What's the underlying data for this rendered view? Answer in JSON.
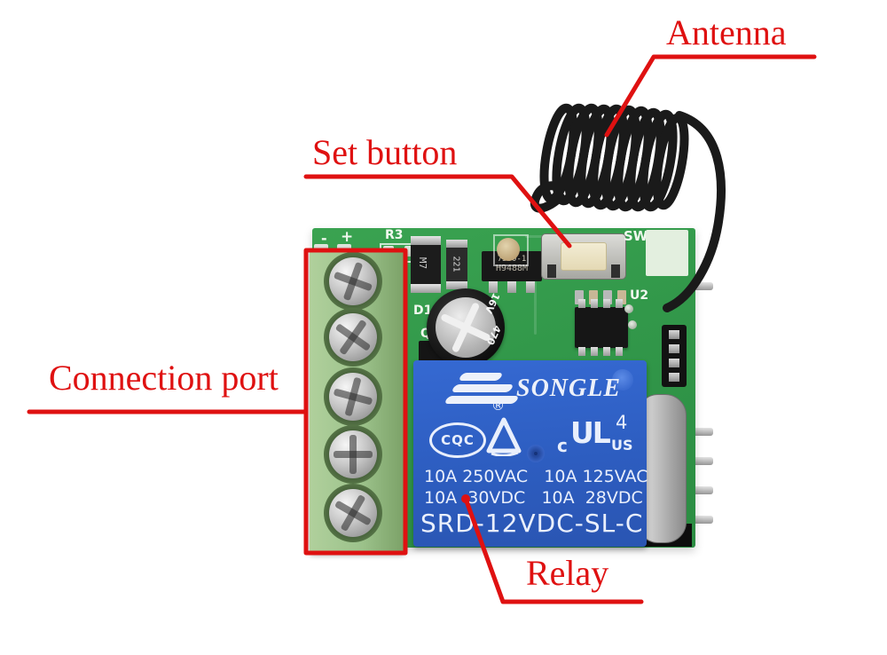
{
  "annotations": {
    "antenna": "Antenna",
    "set_button": "Set button",
    "connection_port": "Connection port",
    "relay": "Relay"
  },
  "silkscreen": {
    "minus": "-",
    "plus": "+",
    "r3": "R3",
    "d1": "D1",
    "q1": "Q1",
    "sw": "SW",
    "u2": "U2"
  },
  "components": {
    "diode": "M7",
    "resistor": "221",
    "regulator_line1": "7550-1",
    "regulator_line2": "H9488M",
    "capacitor_value": "470",
    "capacitor_voltage": "16V"
  },
  "relay_marking": {
    "brand": "SONGLE",
    "registered": "®",
    "cqc": "CQC",
    "ul_c": "c",
    "ul": "UL",
    "ul_file": "4",
    "ul_us": "US",
    "ratings_line1": "10A 250VAC   10A 125VAC",
    "ratings_line2": "10A  30VDC   10A  28VDC",
    "model": "SRD-12VDC-SL-C"
  },
  "colors": {
    "annotation_red": "#df1111",
    "pcb_green": "#349a4b",
    "terminal_green": "#9cc28b",
    "relay_blue": "#2d5fc4",
    "antenna_black": "#1a1a1a",
    "background": "#ffffff"
  }
}
